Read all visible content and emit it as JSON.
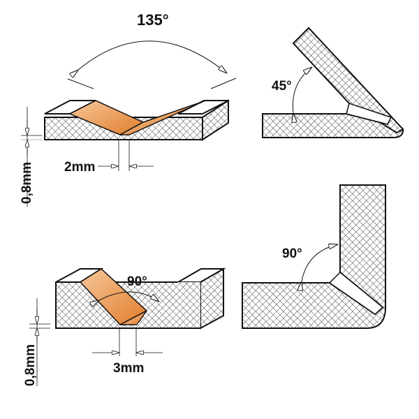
{
  "panels": {
    "top_left": {
      "angle_label": "135°",
      "width_label": "2mm",
      "depth_label": "0,8mm"
    },
    "top_right": {
      "angle_label": "45°"
    },
    "bottom_left": {
      "angle_label": "90°",
      "width_label": "3mm",
      "depth_label": "0,8mm"
    },
    "bottom_right": {
      "angle_label": "90°"
    }
  },
  "colors": {
    "cut_light": "#f7c79a",
    "cut_dark": "#e07d2c",
    "outline": "#111111",
    "hatch": "#444444"
  }
}
